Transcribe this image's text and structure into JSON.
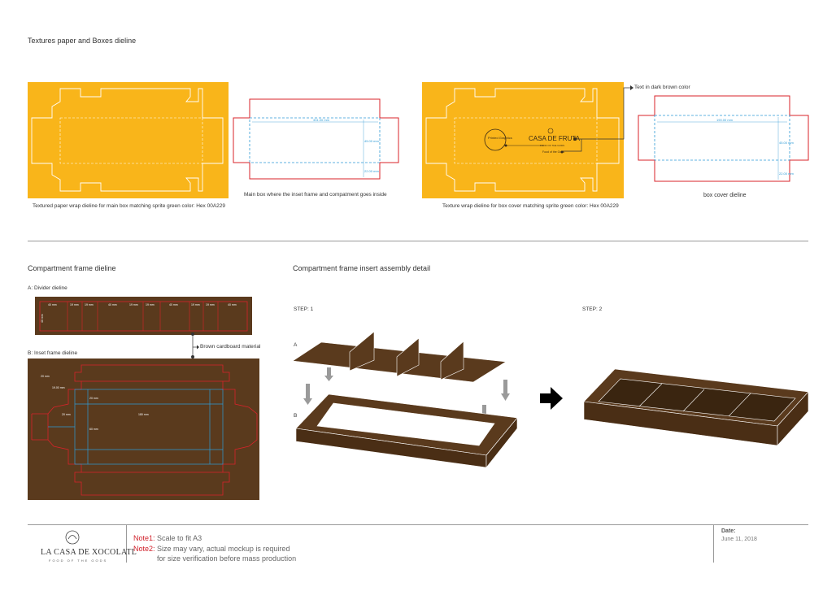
{
  "header": {
    "title": "Textures paper and Boxes dieline"
  },
  "top_captions": {
    "main_wrap": "Textured paper wrap dieline for main box matching sprite green color: Hex 00A229",
    "main_box": "Main box where the inset frame and compatment goes inside",
    "cover_wrap": "Texture wrap dieline for box cover matching sprite green color: Hex 00A229",
    "box_cover": "box cover dieline",
    "text_callout": "Text in dark brown color",
    "printed_graphics": "Printed Graphics",
    "brand_small": "CASA DE FRUTA",
    "brand_tag": "FOOD OF THE GODS",
    "food_of_gods": "Food of the Gods",
    "dim_main_w": "331.00 mm",
    "dim_main_h": "45.00 mm",
    "dim_main_h2": "22.00 mm",
    "dim_cover_w": "190.00 mm",
    "dim_cover_h": "45.00 mm",
    "dim_cover_h2": "22.00 mm"
  },
  "compartment": {
    "title": "Compartment frame dieline",
    "divider_label": "A: Divider dieline",
    "inset_label": "B: Inset frame dieline",
    "material_callout": "Brown cardboard material",
    "divider_dims": [
      "40 mm",
      "19 mm",
      "19 mm",
      "40 mm",
      "19 mm",
      "19 mm",
      "40 mm",
      "19 mm",
      "19 mm",
      "40 mm"
    ],
    "divider_height": "40 mm",
    "inset_dims": {
      "d1": "20 mm",
      "d2": "19.00 mm",
      "d3": "20 mm",
      "d4": "20 mm",
      "d5": "180 mm",
      "d6": "60 mm"
    }
  },
  "assembly": {
    "title": "Compartment frame insert assembly detail",
    "step1": "STEP: 1",
    "step2": "STEP: 2",
    "part_a": "A",
    "part_b": "B"
  },
  "footer": {
    "logo_name": "LA CASA DE XOCOLATL",
    "logo_tag": "FOOD OF THE GODS",
    "note1_label": "Note1:",
    "note1_text": "Scale to fit A3",
    "note2_label": "Note2:",
    "note2_text": "Size may vary, actual mockup is required",
    "note2_text2": "for size verification before mass production",
    "date_label": "Date:",
    "date_value": "June 11, 2018"
  },
  "colors": {
    "wrap_yellow": "#F9B51A",
    "cardboard_brown": "#5A3A1D",
    "dieline_red": "#D8232A",
    "fold_blue": "#2E9BD6",
    "assembly_brown": "#5A3A1D"
  }
}
